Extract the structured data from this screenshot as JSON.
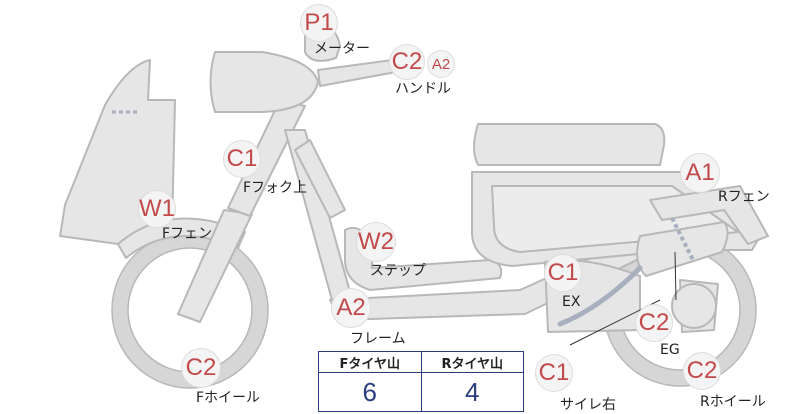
{
  "parts": [
    {
      "key": "p1_meter",
      "code": "P1",
      "label": "メーター"
    },
    {
      "key": "c2_handle",
      "code": "C2",
      "label": "ハンドル"
    },
    {
      "key": "a2_handle",
      "code": "A2",
      "label": ""
    },
    {
      "key": "c1_fork",
      "code": "C1",
      "label": "Fフォク上"
    },
    {
      "key": "w1_ffender",
      "code": "W1",
      "label": "Fフェン"
    },
    {
      "key": "w2_step",
      "code": "W2",
      "label": "ステップ"
    },
    {
      "key": "a2_frame",
      "code": "A2",
      "label": "フレーム"
    },
    {
      "key": "c2_fwheel",
      "code": "C2",
      "label": "Fホイール"
    },
    {
      "key": "a1_rfender",
      "code": "A1",
      "label": "Rフェン"
    },
    {
      "key": "c1_ex",
      "code": "C1",
      "label": "EX"
    },
    {
      "key": "c2_eg",
      "code": "C2",
      "label": "EG"
    },
    {
      "key": "c1_muffler",
      "code": "C1",
      "label": "サイレ右"
    },
    {
      "key": "c2_rwheel",
      "code": "C2",
      "label": "Rホイール"
    }
  ],
  "tread": {
    "front_header": "Fタイヤ山",
    "rear_header": "Rタイヤ山",
    "front_value": "6",
    "rear_value": "4"
  },
  "colors": {
    "part_code": "#c24a4a",
    "body_fill": "#e6e6e6",
    "body_stroke": "#b8b8b8",
    "table_border": "#2b3f80"
  }
}
